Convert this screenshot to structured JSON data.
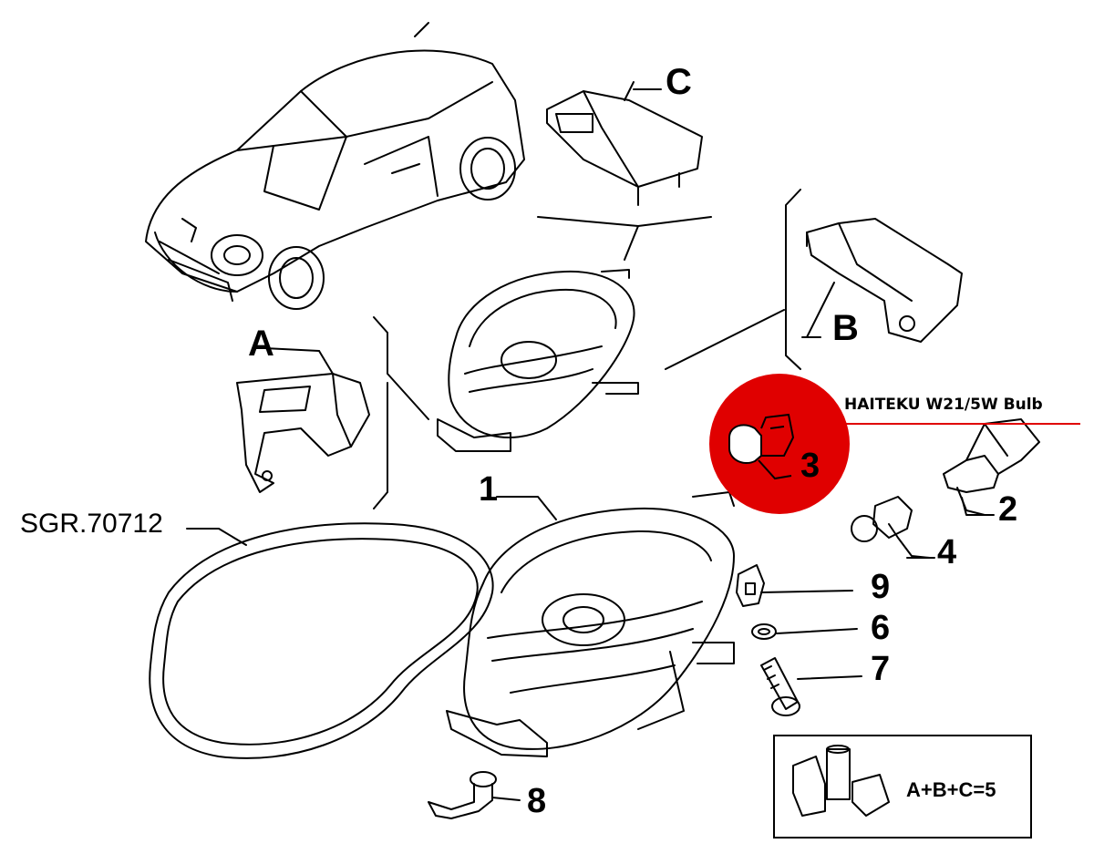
{
  "diagram": {
    "colors": {
      "line": "#000000",
      "highlight": "#e00000"
    },
    "callout_label": "HAITEKU W21/5W Bulb",
    "reference_code": "SGR.70712",
    "kit_note": "A+B+C=5",
    "part_labels": {
      "p1": "1",
      "p2": "2",
      "p3": "3",
      "p4": "4",
      "p6": "6",
      "p7": "7",
      "p8": "8",
      "p9": "9"
    },
    "assembly_labels": {
      "a": "A",
      "b": "B",
      "c": "C"
    },
    "highlighted_part": "3"
  }
}
